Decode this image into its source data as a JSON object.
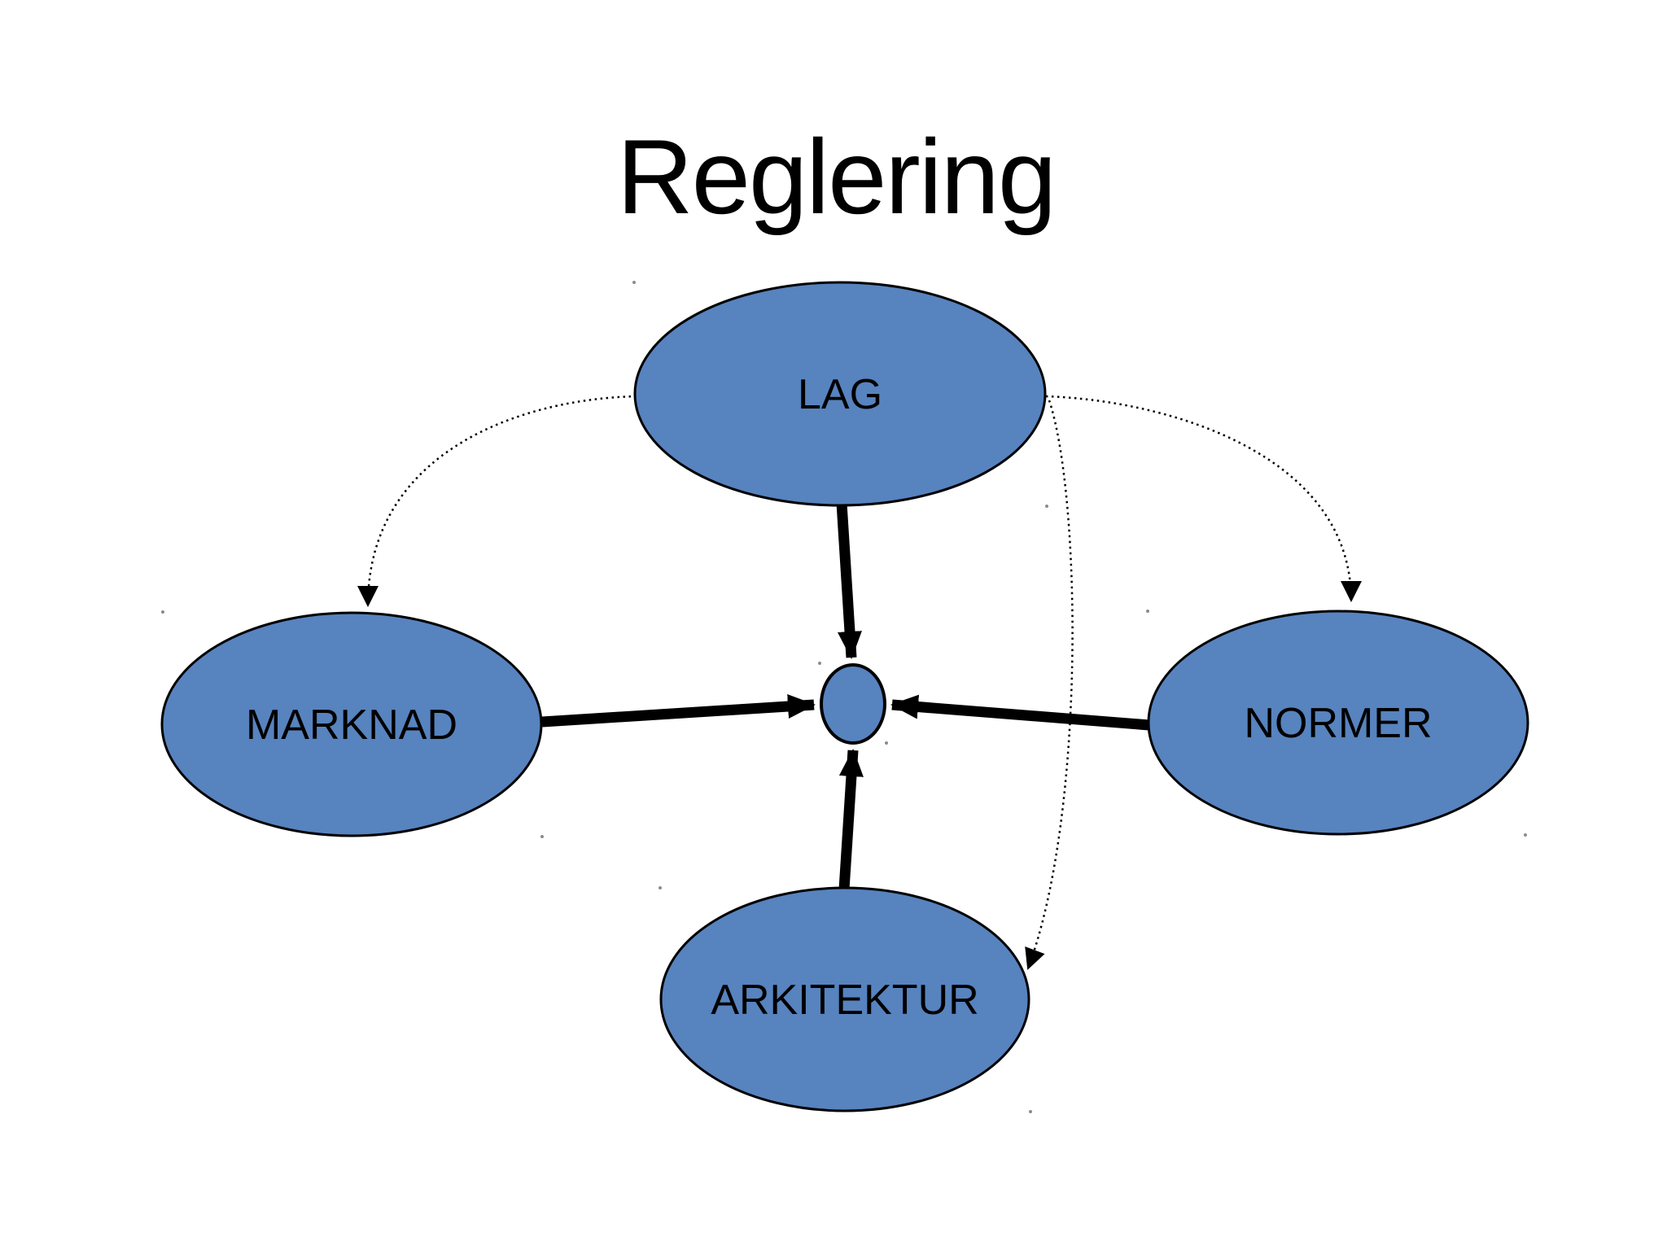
{
  "title": "Reglering",
  "colors": {
    "background": "#ffffff",
    "node_fill": "#5783BF",
    "node_stroke": "#000000",
    "arrow": "#000000",
    "text": "#000000"
  },
  "nodes": [
    {
      "id": "lag",
      "label": "LAG"
    },
    {
      "id": "marknad",
      "label": "MARKNAD"
    },
    {
      "id": "normer",
      "label": "NORMER"
    },
    {
      "id": "arkitektur",
      "label": "ARKITEKTUR"
    },
    {
      "id": "center-dot",
      "label": ""
    }
  ],
  "connections": [
    {
      "from": "lag",
      "to": "center-dot",
      "style": "solid-thick",
      "arrowhead": "filled"
    },
    {
      "from": "marknad",
      "to": "center-dot",
      "style": "solid-thick",
      "arrowhead": "filled"
    },
    {
      "from": "normer",
      "to": "center-dot",
      "style": "solid-thick",
      "arrowhead": "filled"
    },
    {
      "from": "arkitektur",
      "to": "center-dot",
      "style": "solid-thick",
      "arrowhead": "filled"
    },
    {
      "from": "lag",
      "to": "marknad",
      "style": "dotted-curve",
      "arrowhead": "filled"
    },
    {
      "from": "lag",
      "to": "normer",
      "style": "dotted-curve",
      "arrowhead": "filled"
    },
    {
      "from": "lag",
      "to": "arkitektur",
      "style": "dotted-curve",
      "arrowhead": "filled"
    }
  ]
}
